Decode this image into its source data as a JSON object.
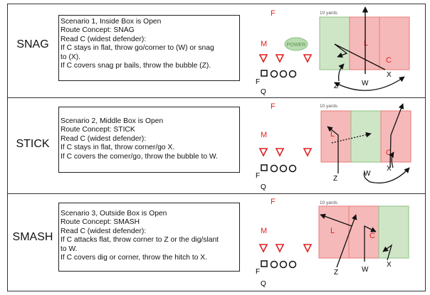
{
  "rows": [
    {
      "name": "SNAG",
      "lines": [
        "Scenario 1, Inside Box is Open",
        "Route Concept: SNAG",
        "Read C (widest defender):",
        "If C stays in flat, throw go/corner to (W) or snag",
        "to (X).",
        "If C covers snag pr bails, throw the bubble (Z)."
      ],
      "field": {
        "yards_label": "10 yards",
        "boxes": [
          {
            "fill": "green",
            "label": ""
          },
          {
            "fill": "red",
            "label": "L"
          },
          {
            "fill": "red",
            "label": "C"
          }
        ],
        "labels": {
          "f": "F",
          "m": "M",
          "q": "Q",
          "fb": "F",
          "power": "POWER",
          "z": "Z",
          "w": "W",
          "x": "X"
        }
      }
    },
    {
      "name": "STICK",
      "lines": [
        "Scenario 2, Middle Box is Open",
        "Route Concept: STICK",
        "Read C (widest defender):",
        "If C stays in flat, throw corner/go X.",
        "If C covers the corner/go, throw the bubble to W."
      ],
      "field": {
        "yards_label": "10 yards",
        "boxes": [
          {
            "fill": "red",
            "label": "L"
          },
          {
            "fill": "green",
            "label": ""
          },
          {
            "fill": "red",
            "label": "C"
          }
        ],
        "labels": {
          "f": "F",
          "m": "M",
          "q": "Q",
          "fb": "F",
          "z": "Z",
          "w": "W",
          "x": "X"
        }
      }
    },
    {
      "name": "SMASH",
      "lines": [
        "Scenario 3, Outside Box is Open",
        "Route Concept: SMASH",
        "Read C (widest defender):",
        "If C attacks flat, throw corner to Z or the dig/slant",
        "to W.",
        "If C covers dig or corner, throw the hitch to X."
      ],
      "field": {
        "yards_label": "10 yards",
        "boxes": [
          {
            "fill": "red",
            "label": "L"
          },
          {
            "fill": "red",
            "label": "C"
          },
          {
            "fill": "green",
            "label": ""
          }
        ],
        "labels": {
          "f": "F",
          "m": "M",
          "q": "Q",
          "fb": "F",
          "z": "Z",
          "w": "W",
          "x": "X"
        }
      }
    }
  ],
  "colors": {
    "red_box": "#f6b9b9",
    "red_border": "#e87a7a",
    "green_box": "#cfe6c6",
    "green_border": "#8cc083",
    "defender": "#e02020",
    "power_fill": "#b9dcb0"
  }
}
